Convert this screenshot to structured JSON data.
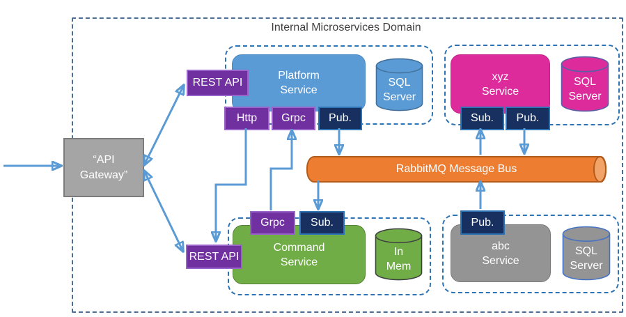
{
  "domain": {
    "title": "Internal Microservices Domain"
  },
  "gateway": {
    "label": "“API\nGateway”"
  },
  "rest_api_top": {
    "label": "REST API"
  },
  "rest_api_bottom": {
    "label": "REST API"
  },
  "platform": {
    "name": "Platform\nService",
    "http": "Http",
    "grpc": "Grpc",
    "pub": "Pub.",
    "db": "SQL\nServer"
  },
  "xyz": {
    "name": "xyz\nService",
    "sub": "Sub.",
    "pub": "Pub.",
    "db": "SQL\nServer"
  },
  "command": {
    "name": "Command\nService",
    "grpc": "Grpc",
    "sub": "Sub.",
    "db": "In\nMem"
  },
  "abc": {
    "name": "abc\nService",
    "pub": "Pub.",
    "db": "SQL\nServer"
  },
  "bus": {
    "label": "RabbitMQ Message Bus"
  },
  "colors": {
    "service_blue": "#5b9bd5",
    "service_green": "#70ad47",
    "service_magenta": "#dd2b9c",
    "service_gray": "#949494",
    "gateway_gray": "#a5a5a5",
    "bus_orange": "#ed7d31",
    "endpoint_purple": "#7030a0",
    "endpoint_navy": "#17305f",
    "arrow_blue": "#5b9bd5",
    "group_dash_blue": "#2e74b5",
    "outer_dash_blue": "#4a6e96"
  }
}
